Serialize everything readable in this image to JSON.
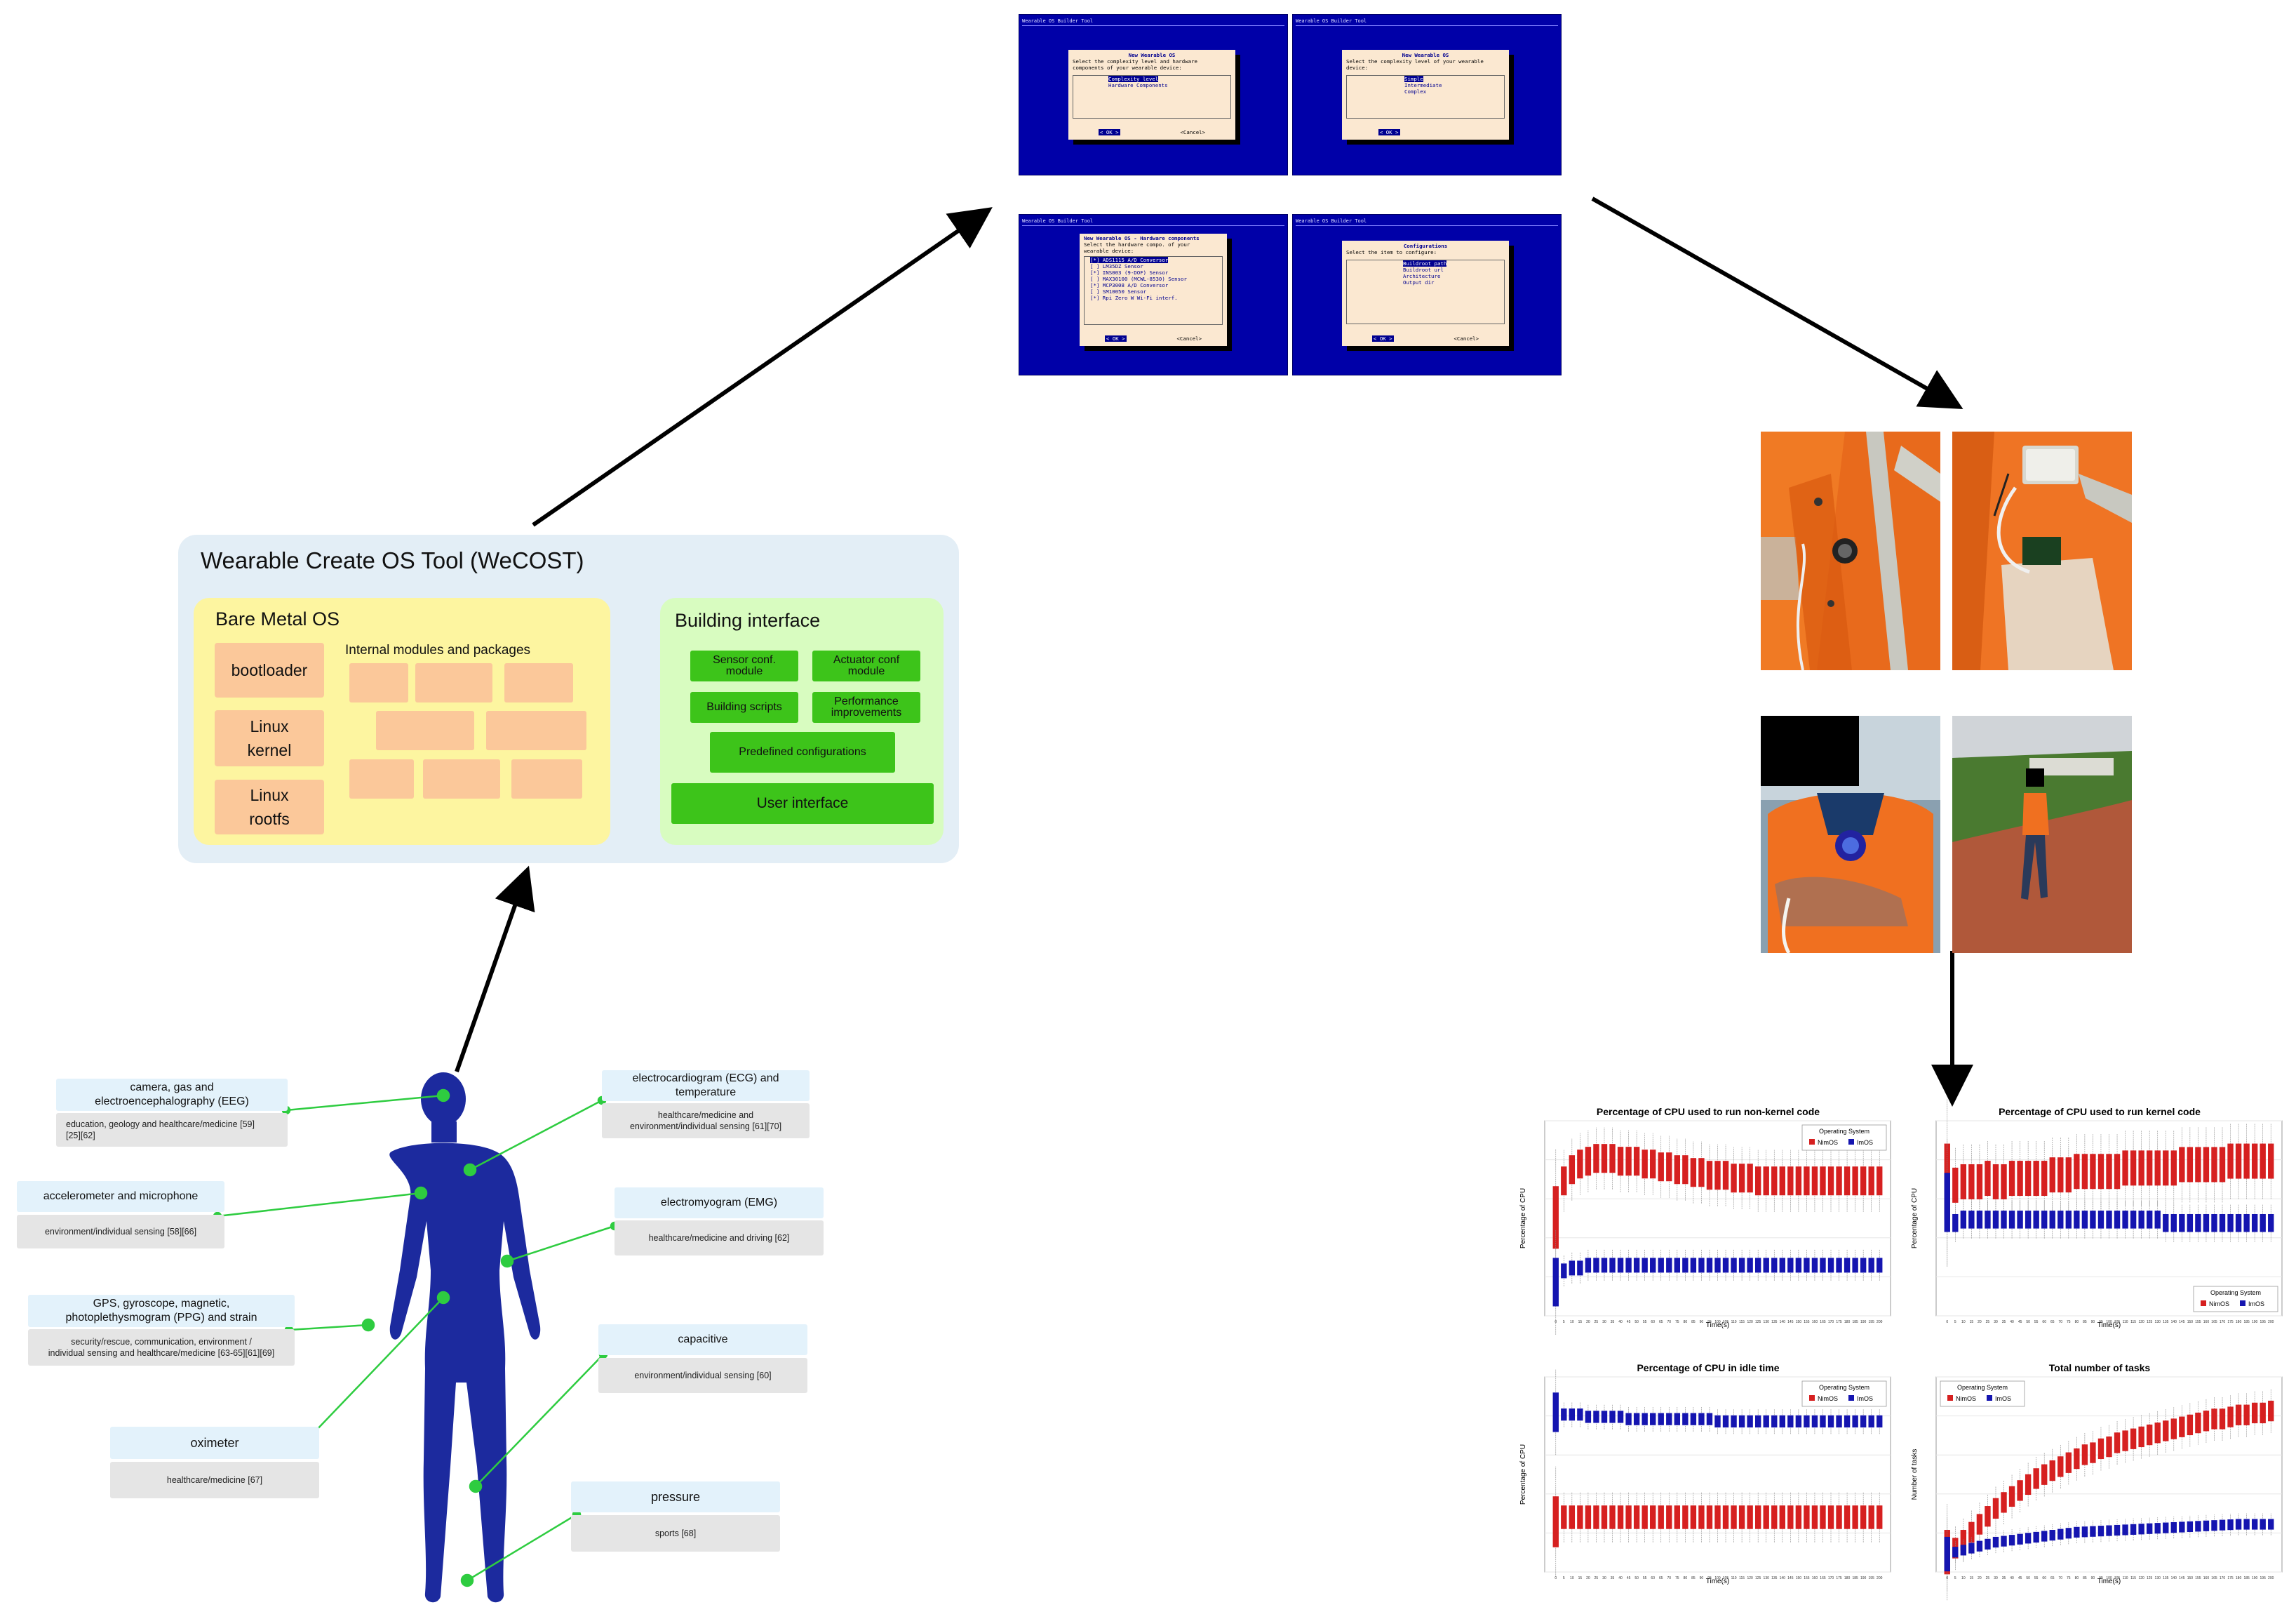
{
  "wecost": {
    "title": "Wearable Create OS Tool (WeCOST)",
    "bare_metal": {
      "title": "Bare Metal OS",
      "bootloader": "bootloader",
      "kernel": "Linux\nkernel",
      "rootfs": "Linux\nrootfs",
      "modules_title": "Internal modules and packages"
    },
    "building": {
      "title": "Building interface",
      "sensor_conf": "Sensor conf.\nmodule",
      "actuator_conf": "Actuator conf\nmodule",
      "building_scripts": "Building scripts",
      "performance": "Performance\nimprovements",
      "predefined": "Predefined configurations",
      "user_interface": "User interface"
    }
  },
  "terminals": [
    {
      "bar": "Wearable OS Builder Tool",
      "title": "New Wearable OS",
      "subtitle": "Select the complexity level and hardware\ncomponents of your wearable device:",
      "items": [
        "Complexity level",
        "Hardware Components"
      ],
      "ok": "<  OK  >",
      "cancel": "<Cancel>"
    },
    {
      "bar": "Wearable OS Builder Tool",
      "title": "New Wearable OS",
      "subtitle": "Select the complexity level of your wearable\ndevice:",
      "items": [
        "Simple",
        "Intermediate",
        "Complex"
      ],
      "ok": "<  OK  >",
      "cancel": ""
    },
    {
      "bar": "Wearable OS Builder Tool",
      "title": "New Wearable OS - Hardware components",
      "subtitle": "Select the hardware compo. of your\nwearable device:",
      "items": [
        "[*] ADS1115 A/D Conversor",
        "[ ] LM35DZ Sensor",
        "[*] INS003 (9-DOF) Sensor",
        "[ ] MAX30100 (MCWL-8530) Sensor",
        "[*] MCP3008 A/D Conversor",
        "[ ] SM10050 Sensor",
        "[*] Rpi Zero W Wi-Fi interf."
      ],
      "ok": "<  OK  >",
      "cancel": "<Cancel>"
    },
    {
      "bar": "Wearable OS Builder Tool",
      "title": "Configurations",
      "subtitle": "Select the item to configure:",
      "items": [
        "Buildroot path",
        "Buildroot url",
        "Architecture",
        "Output dir"
      ],
      "ok": "<  OK  >",
      "cancel": "<Cancel>"
    }
  ],
  "sensors": [
    {
      "title": "camera, gas and\nelectroencephalography (EEG)",
      "desc": "education, geology and healthcare/medicine [59]\n[25][62]"
    },
    {
      "title": "electrocardiogram (ECG) and\ntemperature",
      "desc": "healthcare/medicine and\nenvironment/individual sensing [61][70]"
    },
    {
      "title": "accelerometer and microphone",
      "desc": "environment/individual sensing [58][66]"
    },
    {
      "title": "electromyogram (EMG)",
      "desc": "healthcare/medicine and driving [62]"
    },
    {
      "title": "GPS, gyroscope, magnetic,\nphotoplethysmogram (PPG) and strain",
      "desc": "security/rescue, communication, environment /\nindividual sensing and healthcare/medicine [63-65][61][69]"
    },
    {
      "title": "capacitive",
      "desc": "environment/individual sensing [60]"
    },
    {
      "title": "oximeter",
      "desc": "healthcare/medicine [67]"
    },
    {
      "title": "pressure",
      "desc": "sports [68]"
    }
  ],
  "colors": {
    "nimos": "#d62020",
    "imos": "#1515b0",
    "body": "#1c2a9e",
    "sensor_line": "#2ecc40"
  },
  "chart_data": [
    {
      "type": "box",
      "title": "Percentage of CPU used to run non-kernel code",
      "xlabel": "Time(s)",
      "ylabel": "Percentage of CPU",
      "legend_title": "Operating System",
      "legend": [
        "NimOS",
        "ImOS"
      ],
      "legend_position": "top-right",
      "series": [
        {
          "name": "NimOS",
          "median": [
            3.5,
            4.8,
            5.2,
            5.4,
            5.5,
            5.6,
            5.6,
            5.6,
            5.5,
            5.5,
            5.5,
            5.4,
            5.4,
            5.3,
            5.3,
            5.2,
            5.2,
            5.1,
            5.1,
            5.0,
            5.0,
            5.0,
            4.9,
            4.9,
            4.9,
            4.8,
            4.8,
            4.8,
            4.8,
            4.8,
            4.8,
            4.8,
            4.8,
            4.8,
            4.8,
            4.8,
            4.8,
            4.8,
            4.8,
            4.8,
            4.8
          ]
        },
        {
          "name": "ImOS",
          "median": [
            1.2,
            1.6,
            1.7,
            1.7,
            1.8,
            1.8,
            1.8,
            1.8,
            1.8,
            1.8,
            1.8,
            1.8,
            1.8,
            1.8,
            1.8,
            1.8,
            1.8,
            1.8,
            1.8,
            1.8,
            1.8,
            1.8,
            1.8,
            1.8,
            1.8,
            1.8,
            1.8,
            1.8,
            1.8,
            1.8,
            1.8,
            1.8,
            1.8,
            1.8,
            1.8,
            1.8,
            1.8,
            1.8,
            1.8,
            1.8,
            1.8
          ]
        }
      ]
    },
    {
      "type": "box",
      "title": "Percentage of CPU used to run kernel code",
      "xlabel": "Time(s)",
      "ylabel": "Percentage of CPU",
      "legend_title": "Operating System",
      "legend": [
        "NimOS",
        "ImOS"
      ],
      "legend_position": "bottom-right",
      "series": [
        {
          "name": "NimOS",
          "median": [
            3.9,
            3.8,
            3.9,
            3.9,
            3.9,
            4.0,
            3.9,
            3.9,
            4.0,
            4.0,
            4.0,
            4.0,
            4.0,
            4.1,
            4.1,
            4.1,
            4.2,
            4.2,
            4.2,
            4.2,
            4.2,
            4.2,
            4.3,
            4.3,
            4.3,
            4.3,
            4.3,
            4.3,
            4.3,
            4.4,
            4.4,
            4.4,
            4.4,
            4.4,
            4.4,
            4.5,
            4.5,
            4.5,
            4.5,
            4.5,
            4.5
          ]
        },
        {
          "name": "ImOS",
          "median": [
            3.3,
            2.7,
            2.8,
            2.8,
            2.8,
            2.8,
            2.8,
            2.8,
            2.8,
            2.8,
            2.8,
            2.8,
            2.8,
            2.8,
            2.8,
            2.8,
            2.8,
            2.8,
            2.8,
            2.8,
            2.8,
            2.8,
            2.8,
            2.8,
            2.8,
            2.8,
            2.8,
            2.7,
            2.7,
            2.7,
            2.7,
            2.7,
            2.7,
            2.7,
            2.7,
            2.7,
            2.7,
            2.7,
            2.7,
            2.7,
            2.7
          ]
        }
      ]
    },
    {
      "type": "box",
      "title": "Percentage of CPU in idle time",
      "xlabel": "Time(s)",
      "ylabel": "Percentage of CPU",
      "legend_title": "Operating System",
      "legend": [
        "NimOS",
        "ImOS"
      ],
      "legend_position": "top-right",
      "series": [
        {
          "name": "NimOS",
          "median": [
            2.2,
            2.4,
            2.4,
            2.4,
            2.4,
            2.4,
            2.4,
            2.4,
            2.4,
            2.4,
            2.4,
            2.4,
            2.4,
            2.4,
            2.4,
            2.4,
            2.4,
            2.4,
            2.4,
            2.4,
            2.4,
            2.4,
            2.4,
            2.4,
            2.4,
            2.4,
            2.4,
            2.4,
            2.4,
            2.4,
            2.4,
            2.4,
            2.4,
            2.4,
            2.4,
            2.4,
            2.4,
            2.4,
            2.4,
            2.4,
            2.4
          ]
        },
        {
          "name": "ImOS",
          "median": [
            7.0,
            6.9,
            6.9,
            6.9,
            6.8,
            6.8,
            6.8,
            6.8,
            6.8,
            6.7,
            6.7,
            6.7,
            6.7,
            6.7,
            6.7,
            6.7,
            6.7,
            6.7,
            6.7,
            6.7,
            6.6,
            6.6,
            6.6,
            6.6,
            6.6,
            6.6,
            6.6,
            6.6,
            6.6,
            6.6,
            6.6,
            6.6,
            6.6,
            6.6,
            6.6,
            6.6,
            6.6,
            6.6,
            6.6,
            6.6,
            6.6
          ]
        }
      ]
    },
    {
      "type": "box",
      "title": "Total number of tasks",
      "xlabel": "Time(s)",
      "ylabel": "Number of tasks",
      "legend_title": "Operating System",
      "legend": [
        "NimOS",
        "ImOS"
      ],
      "legend_position": "top-left",
      "series": [
        {
          "name": "NimOS",
          "median": [
            1.0,
            1.2,
            1.6,
            2.0,
            2.4,
            2.8,
            3.2,
            3.5,
            3.8,
            4.1,
            4.4,
            4.7,
            4.9,
            5.1,
            5.3,
            5.5,
            5.7,
            5.9,
            6.0,
            6.2,
            6.3,
            6.5,
            6.6,
            6.7,
            6.8,
            6.9,
            7.0,
            7.1,
            7.2,
            7.3,
            7.4,
            7.5,
            7.6,
            7.7,
            7.7,
            7.8,
            7.9,
            7.9,
            8.0,
            8.0,
            8.1
          ]
        },
        {
          "name": "ImOS",
          "median": [
            0.9,
            1.0,
            1.1,
            1.2,
            1.3,
            1.4,
            1.5,
            1.55,
            1.6,
            1.65,
            1.7,
            1.75,
            1.8,
            1.85,
            1.9,
            1.95,
            2.0,
            2.02,
            2.04,
            2.06,
            2.08,
            2.1,
            2.12,
            2.14,
            2.16,
            2.18,
            2.2,
            2.22,
            2.24,
            2.26,
            2.28,
            2.3,
            2.32,
            2.34,
            2.36,
            2.38,
            2.4,
            2.4,
            2.4,
            2.4,
            2.4
          ]
        }
      ]
    }
  ]
}
